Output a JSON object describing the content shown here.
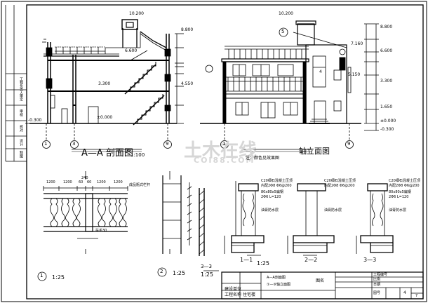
{
  "titles": {
    "section": "A—A 剖面图",
    "section_scale": "1:100",
    "elevation": "轴立面图",
    "elevation_note": "注：颜色见效果图",
    "detail1_scale": "1:25",
    "detail2_scale": "1:25",
    "detail3_label": "3—3",
    "detail3_scale": "1:25",
    "sec11": "1—1",
    "sec11_scale": "1:25",
    "sec22": "2—2",
    "sec33": "3—3"
  },
  "section_elev": {
    "roof_top": "10.200",
    "l8800": "8.800",
    "l6600": "6.600",
    "l4550": "4.550",
    "l3300": "3.300",
    "l0": "±0.000",
    "lneg300": "-0.300"
  },
  "elev_levels": {
    "roof_top": "10.200",
    "l8800": "8.800",
    "l7160": "7.160",
    "l6600": "6.600",
    "l5150": "5.150",
    "l3300": "3.300",
    "l1650": "1.650",
    "l0": "±0.000",
    "lneg300": "-0.300"
  },
  "axes": {
    "a1": "1",
    "a3": "3",
    "a5": "5",
    "a9": "9",
    "a1b": "1",
    "a9b": "9",
    "a4": "4"
  },
  "detail_dims": [
    "1200",
    "1200",
    "60",
    "60",
    "240",
    "1200",
    "1200"
  ],
  "detail_notes": {
    "baluster": "成品瓶式栏杆",
    "handrail": "扶手30",
    "rebar_note": "C20细石混凝土压顶",
    "rebar_note2": "内配2Φ8 Φ6@200",
    "hook": "2Φ6 L=120",
    "mesh": "80x80x5扁钢",
    "waterproof": "油膏防水层"
  },
  "title_block": {
    "org": "建设单位",
    "project_label": "工程名称",
    "project": "住宅楼",
    "drawing_label": "图名",
    "drawing_name": "A—A剖面图",
    "drawing_name2": "①—⑨轴立面图",
    "job_no": "工程编号",
    "scale": "比例",
    "date": "日期",
    "sheet_label": "图号",
    "sheet_no": "4",
    "total": "7"
  },
  "left_strip": [
    "工程负责人",
    "审定",
    "审核",
    "校对",
    "设计",
    "制图"
  ],
  "watermark": {
    "cn": "土木在线",
    "en": "COI88.COM"
  }
}
